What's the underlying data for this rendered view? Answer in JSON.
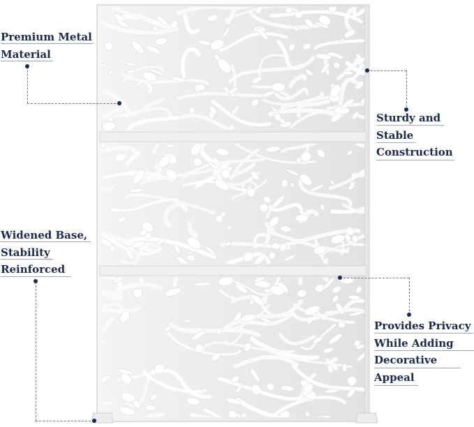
{
  "callouts": {
    "premium_metal": [
      "Premium Metal",
      "Material"
    ],
    "sturdy": [
      "Sturdy and",
      "Stable",
      "Construction"
    ],
    "widened_base": [
      "Widened Base,",
      "Stability",
      "Reinforced"
    ],
    "privacy": [
      "Provides Privacy",
      "While Adding",
      "Decorative",
      "Appeal"
    ]
  },
  "colors": {
    "label_text": "#1c2a50",
    "panel": "#eeeeee",
    "panel_edge": "#d4d4d4",
    "background": "#ffffff"
  }
}
